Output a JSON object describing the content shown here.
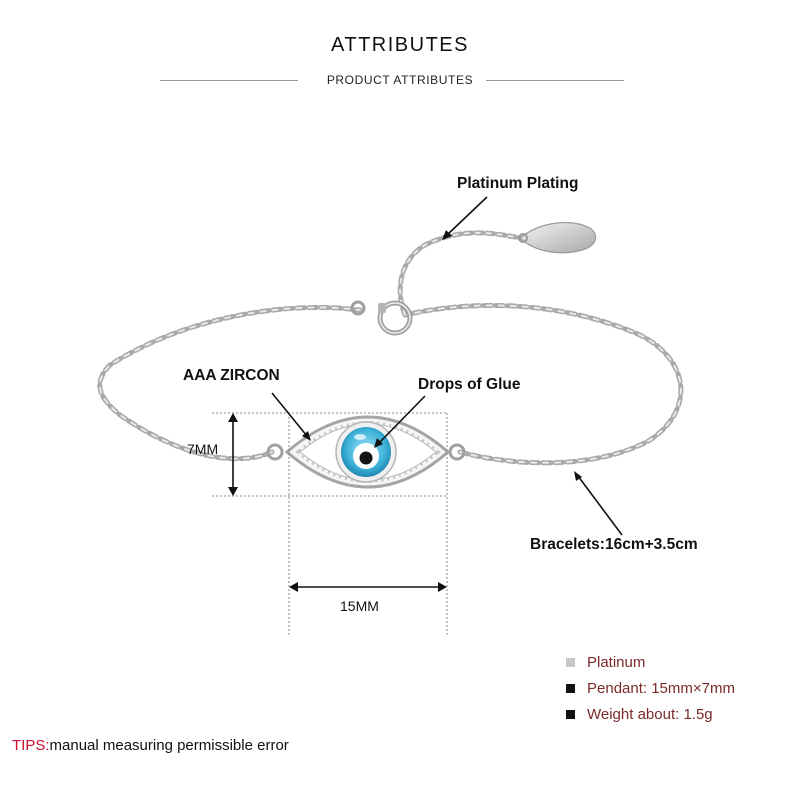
{
  "header": {
    "title": "ATTRIBUTES",
    "subtitle": "PRODUCT ATTRIBUTES"
  },
  "callouts": {
    "platinum_plating": "Platinum Plating",
    "zircon": "AAA ZIRCON",
    "glue": "Drops of Glue",
    "bracelet_length": "Bracelets:16cm+3.5cm"
  },
  "dimensions": {
    "height": "7MM",
    "width": "15MM"
  },
  "specs": [
    {
      "text": "Platinum",
      "marker_color": "#c8c8c8"
    },
    {
      "text": "Pendant: 15mm×7mm",
      "marker_color": "#111111"
    },
    {
      "text": "Weight about: 1.5g",
      "marker_color": "#111111"
    }
  ],
  "tips": {
    "key": "TIPS:",
    "text": "manual measuring permissible error"
  },
  "colors": {
    "tips_key": "#c8102e",
    "spec_text": "#7a2a2a",
    "eye_blue": "#3fb3d9",
    "silver": "#b9b9b9"
  }
}
